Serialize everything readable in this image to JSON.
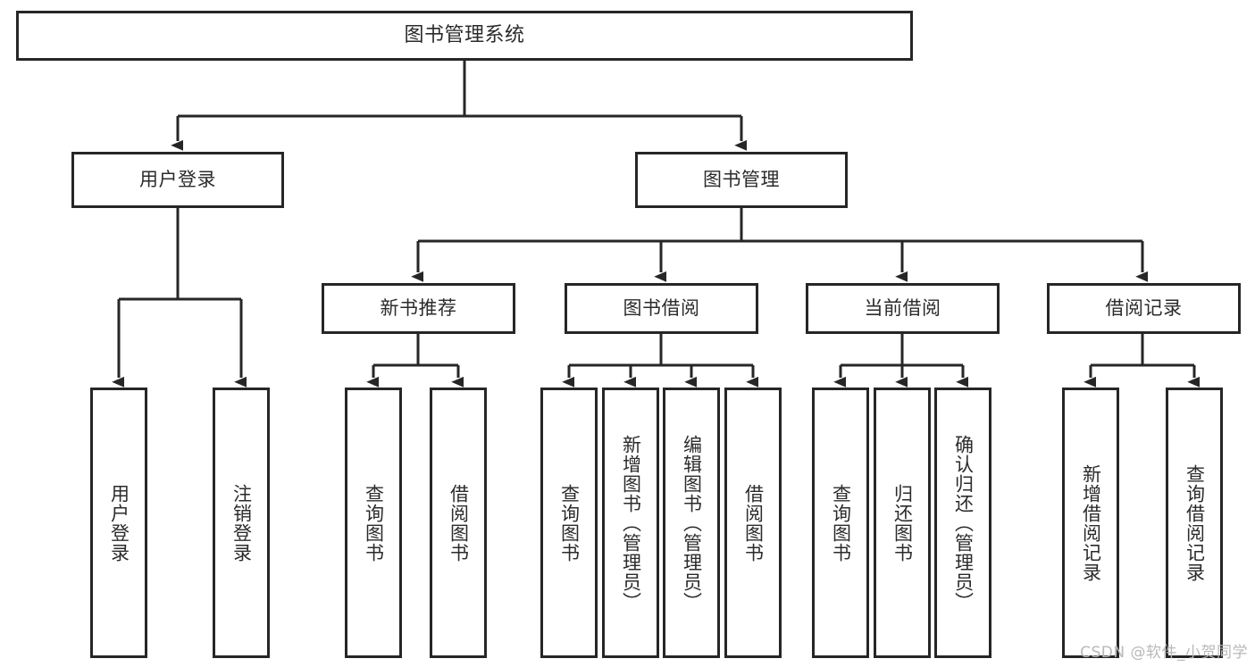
{
  "diagram": {
    "title_node": {
      "label": "图书管理系统"
    },
    "level2": [
      {
        "id": "user-login",
        "label": "用户登录"
      },
      {
        "id": "book-manage",
        "label": "图书管理"
      }
    ],
    "level3": [
      {
        "id": "new-book-recommend",
        "label": "新书推荐"
      },
      {
        "id": "book-borrow",
        "label": "图书借阅"
      },
      {
        "id": "current-borrow",
        "label": "当前借阅"
      },
      {
        "id": "borrow-record",
        "label": "借阅记录"
      }
    ],
    "leaves": {
      "user_login": [
        {
          "id": "leaf-user-login",
          "label": "用户登录"
        },
        {
          "id": "leaf-logout-login",
          "label": "注销登录"
        }
      ],
      "new_book_recommend": [
        {
          "id": "leaf-query-book-1",
          "label": "查询图书"
        },
        {
          "id": "leaf-borrow-book-1",
          "label": "借阅图书"
        }
      ],
      "book_borrow": [
        {
          "id": "leaf-query-book-2",
          "label": "查询图书"
        },
        {
          "id": "leaf-add-book",
          "label": "新增图书（管理员）"
        },
        {
          "id": "leaf-edit-book",
          "label": "编辑图书（管理员）"
        },
        {
          "id": "leaf-borrow-book-2",
          "label": "借阅图书"
        }
      ],
      "current_borrow": [
        {
          "id": "leaf-query-book-3",
          "label": "查询图书"
        },
        {
          "id": "leaf-return-book",
          "label": "归还图书"
        },
        {
          "id": "leaf-confirm-return",
          "label": "确认归还（管理员）"
        }
      ],
      "borrow_record": [
        {
          "id": "leaf-add-record",
          "label": "新增借阅记录"
        },
        {
          "id": "leaf-query-record",
          "label": "查询借阅记录"
        }
      ]
    }
  },
  "watermark": {
    "text": "CSDN @软件_小贺同学"
  },
  "colors": {
    "stroke": "#262626",
    "text": "#2b2b2b",
    "background": "#ffffff",
    "watermark": "#b9b9b9"
  }
}
